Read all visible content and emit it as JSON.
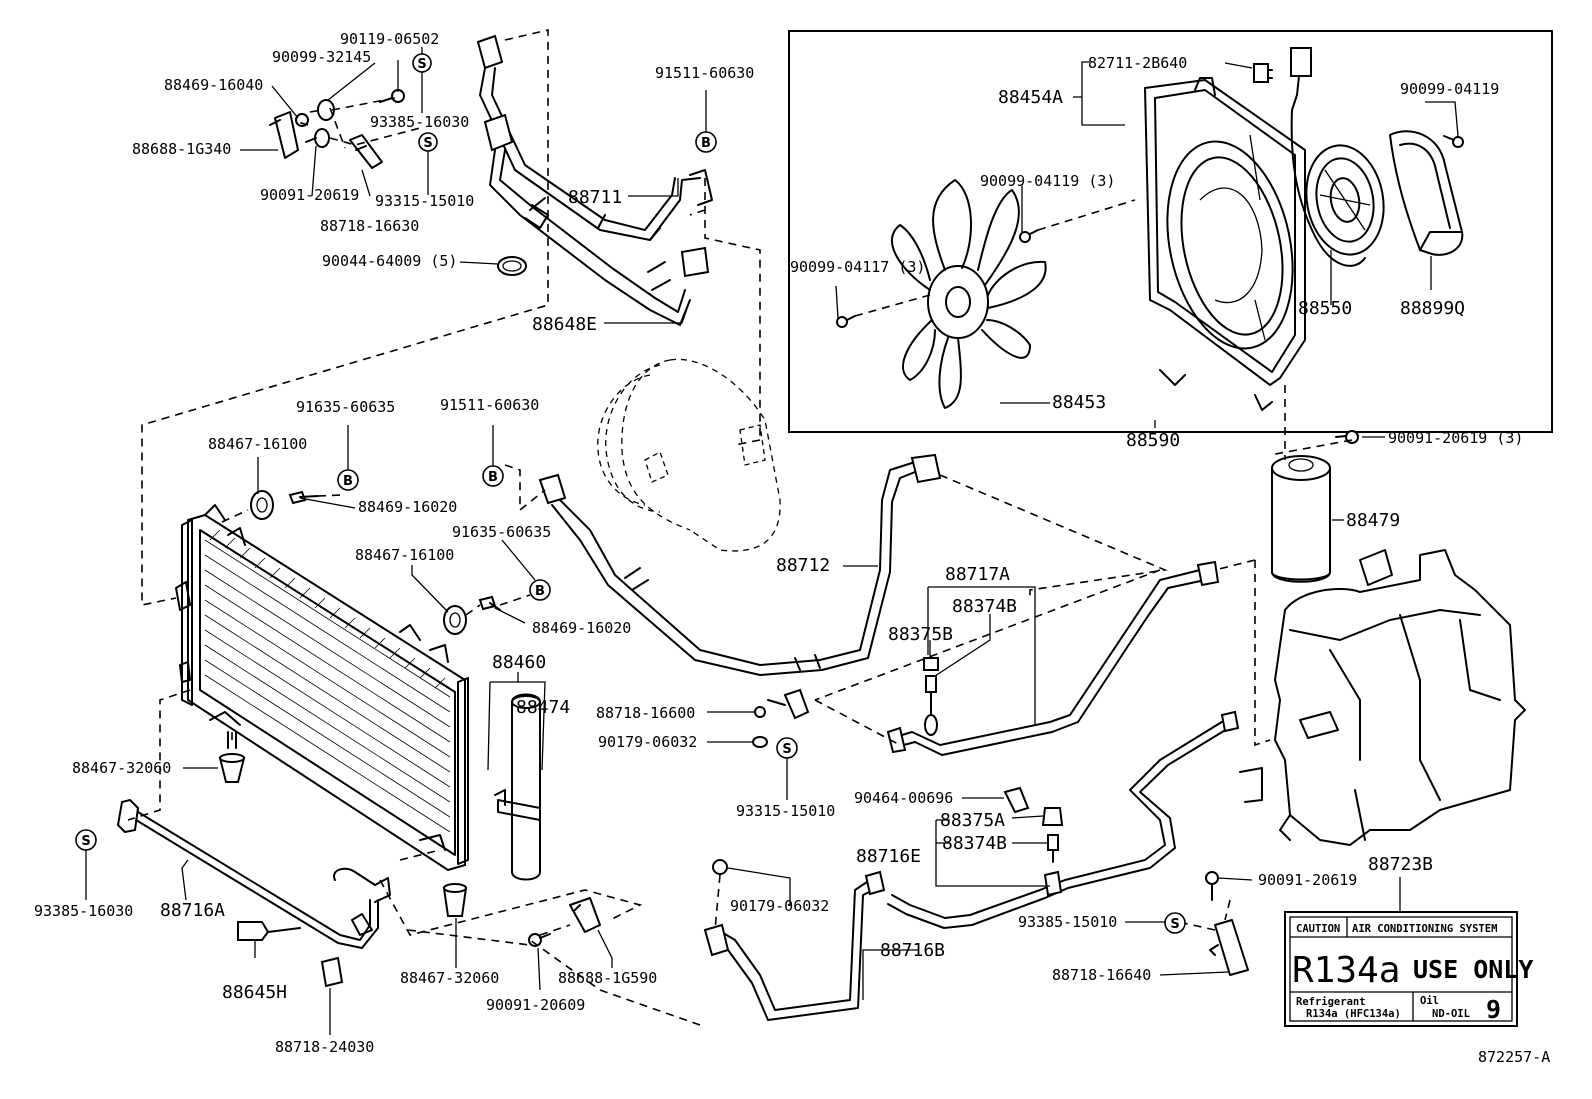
{
  "diagram_id": "872257-A",
  "part_labels": {
    "p90119_06502": "90119-06502",
    "p90099_32145": "90099-32145",
    "p88469_16040": "88469-16040",
    "p88688_1G340": "88688-1G340",
    "p90091_20619_a": "90091-20619",
    "p93385_16030_a": "93385-16030",
    "p93315_15010_a": "93315-15010",
    "p88718_16630": "88718-16630",
    "p90044_64009": "90044-64009 (5)",
    "p91511_60630_a": "91511-60630",
    "p88711": "88711",
    "p88648E": "88648E",
    "p82711_2B640": "82711-2B640",
    "p88454A": "88454A",
    "p90099_04119_a": "90099-04119",
    "p90099_04119_3": "90099-04119 (3)",
    "p90099_04117_3": "90099-04117 (3)",
    "p88550": "88550",
    "p88899Q": "88899Q",
    "p88453": "88453",
    "p88590": "88590",
    "p90091_20619_3": "90091-20619 (3)",
    "p91635_60635_a": "91635-60635",
    "p91511_60630_b": "91511-60630",
    "p88467_16100_a": "88467-16100",
    "p88469_16020_a": "88469-16020",
    "p91635_60635_b": "91635-60635",
    "p88467_16100_b": "88467-16100",
    "p88469_16020_b": "88469-16020",
    "p88712": "88712",
    "p88717A": "88717A",
    "p88374B_a": "88374B",
    "p88375B": "88375B",
    "p88479": "88479",
    "p88460": "88460",
    "p88474": "88474",
    "p88718_16600": "88718-16600",
    "p90179_06032_a": "90179-06032",
    "p93315_15010_b": "93315-15010",
    "p88467_32060_a": "88467-32060",
    "p93385_16030_b": "93385-16030",
    "p88716A": "88716A",
    "p88645H": "88645H",
    "p88718_24030": "88718-24030",
    "p88467_32060_b": "88467-32060",
    "p90091_20609": "90091-20609",
    "p88688_1G590": "88688-1G590",
    "p90179_06032_b": "90179-06032",
    "p88716B": "88716B",
    "p90464_00696": "90464-00696",
    "p88375A": "88375A",
    "p88716E": "88716E",
    "p88374B_b": "88374B",
    "p93385_15010": "93385-15010",
    "p88718_16640": "88718-16640",
    "p90091_20619_b": "90091-20619",
    "p88723B": "88723B"
  },
  "markers": {
    "s": "S",
    "b": "B"
  },
  "caution_plate": {
    "caution": "CAUTION",
    "system": "AIR CONDITIONING SYSTEM",
    "refrigerant_code": "R134a",
    "use_only": "USE ONLY",
    "refrigerant_label": "Refrigerant",
    "refrigerant_value": "R134a (HFC134a)",
    "oil_label": "Oil",
    "oil_value": "ND-OIL",
    "oil_number": "9"
  }
}
